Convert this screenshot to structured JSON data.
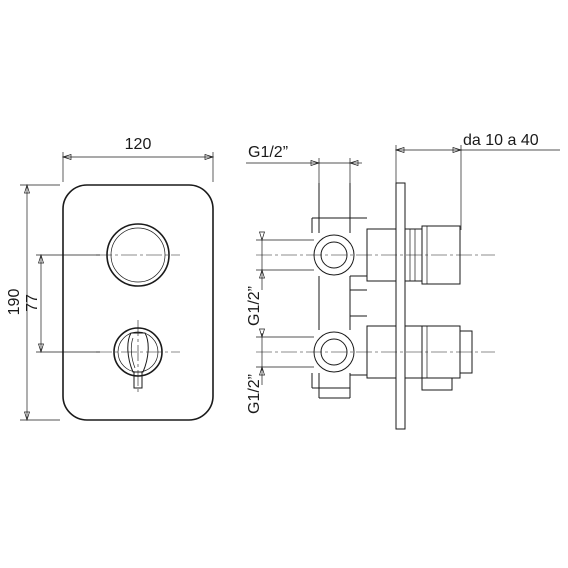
{
  "dimensions": {
    "width_label": "120",
    "height_label": "190",
    "spacing_label": "77",
    "inlet_top_label": "G1/2”",
    "inlet_upper_label": "G1/2”",
    "inlet_lower_label": "G1/2”",
    "wall_range_label": "da 10 a 40"
  }
}
